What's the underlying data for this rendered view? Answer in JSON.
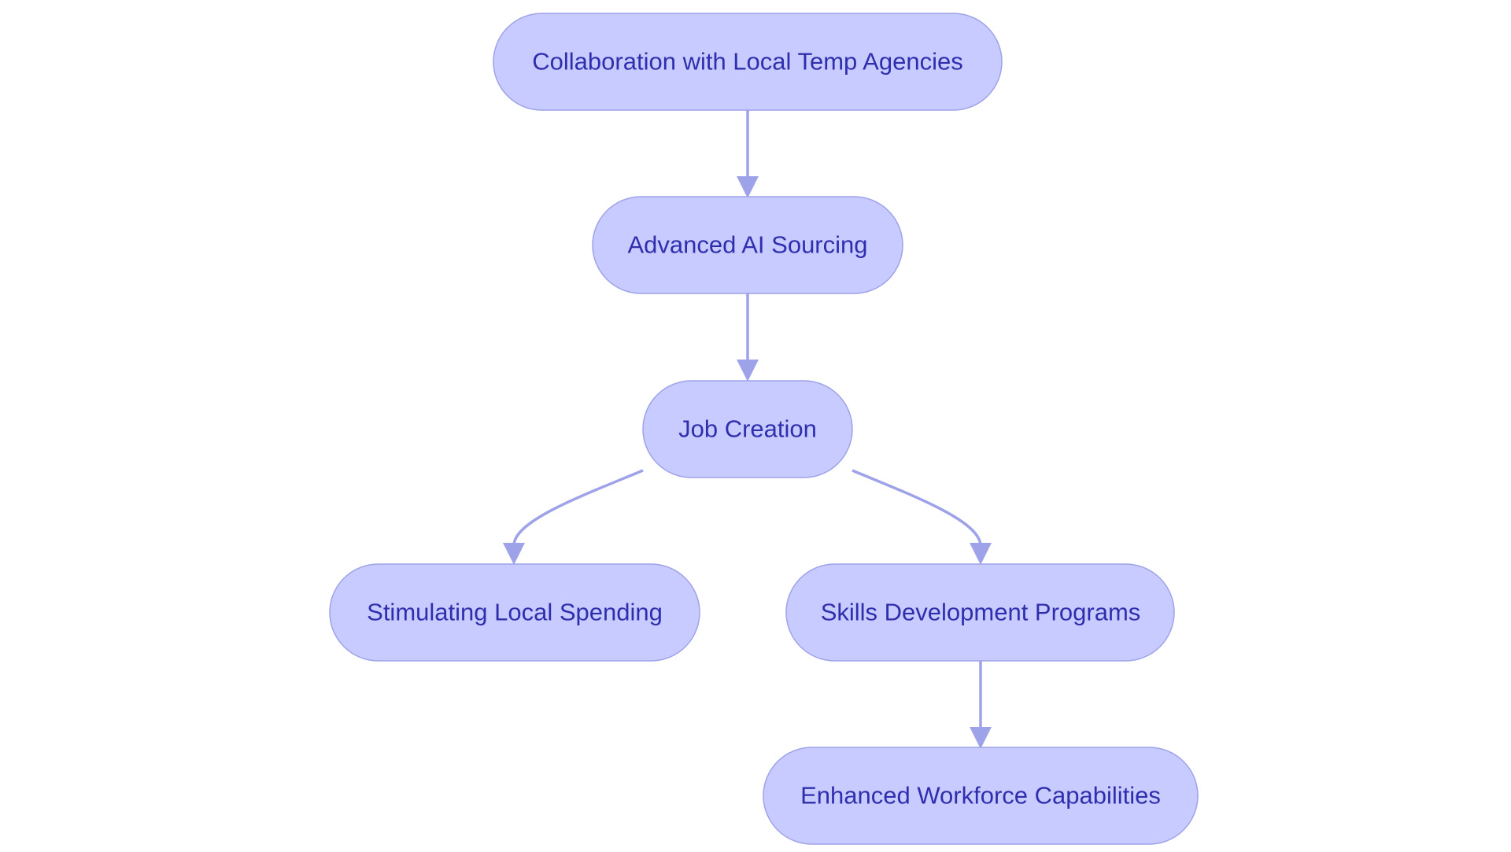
{
  "diagram": {
    "type": "flowchart",
    "colors": {
      "node_fill": "#c8cbff",
      "node_border": "#9ea2e8",
      "node_text": "#2f2fae",
      "edge": "#9ea2e8",
      "background": "#ffffff"
    },
    "nodes": {
      "collaboration": {
        "label": "Collaboration with Local Temp Agencies"
      },
      "ai_sourcing": {
        "label": "Advanced AI Sourcing"
      },
      "job_creation": {
        "label": "Job Creation"
      },
      "local_spending": {
        "label": "Stimulating Local Spending"
      },
      "skills_programs": {
        "label": "Skills Development Programs"
      },
      "workforce": {
        "label": "Enhanced Workforce Capabilities"
      }
    },
    "edges": [
      {
        "from": "collaboration",
        "to": "ai_sourcing"
      },
      {
        "from": "ai_sourcing",
        "to": "job_creation"
      },
      {
        "from": "job_creation",
        "to": "local_spending"
      },
      {
        "from": "job_creation",
        "to": "skills_programs"
      },
      {
        "from": "skills_programs",
        "to": "workforce"
      }
    ]
  }
}
